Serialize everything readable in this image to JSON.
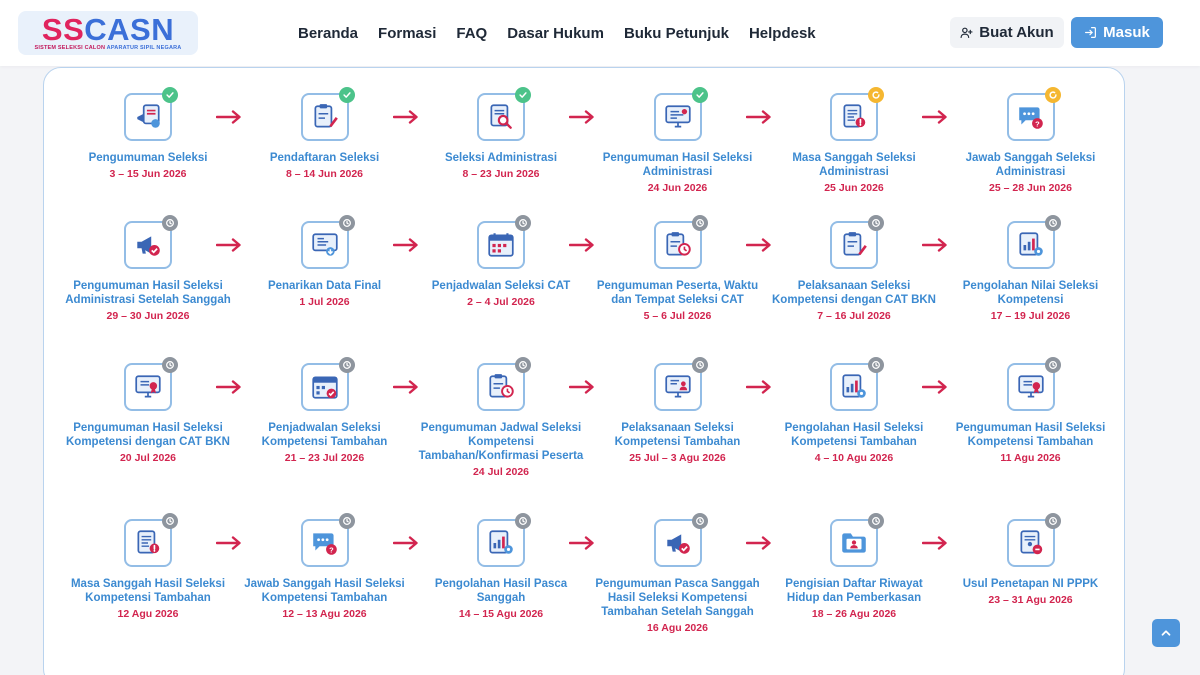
{
  "logo": {
    "text_ss": "SS",
    "text_casn": "CASN",
    "subtitle_a": "SISTEM SELEKSI CALON ",
    "subtitle_b": "APARATUR SIPIL NEGARA"
  },
  "nav": [
    {
      "label": "Beranda"
    },
    {
      "label": "Formasi"
    },
    {
      "label": "FAQ"
    },
    {
      "label": "Dasar Hukum"
    },
    {
      "label": "Buku Petunjuk"
    },
    {
      "label": "Helpdesk"
    }
  ],
  "buttons": {
    "register_label": "Buat Akun",
    "login_label": "Masuk"
  },
  "colors": {
    "accent": "#4e95db",
    "title": "#3c8ad1",
    "date": "#d2254f",
    "arrow": "#d2254f",
    "done": "#4cc38a",
    "progress": "#f5b731",
    "pending": "#8e959e"
  },
  "timeline": [
    {
      "title": "Pengumuman Seleksi",
      "date": "3 – 15 Jun 2026",
      "status": "done",
      "icon": "megaphone-document-icon"
    },
    {
      "title": "Pendaftaran Seleksi",
      "date": "8 – 14 Jun 2026",
      "status": "done",
      "icon": "clipboard-pen-icon"
    },
    {
      "title": "Seleksi Administrasi",
      "date": "8 – 23 Jun 2026",
      "status": "done",
      "icon": "document-search-icon"
    },
    {
      "title": "Pengumuman Hasil Seleksi Administrasi",
      "date": "24 Jun 2026",
      "status": "done",
      "icon": "monitor-announcement-icon"
    },
    {
      "title": "Masa Sanggah Seleksi Administrasi",
      "date": "25 Jun 2026",
      "status": "progress",
      "icon": "document-alert-icon"
    },
    {
      "title": "Jawab Sanggah Seleksi Administrasi",
      "date": "25 – 28 Jun 2026",
      "status": "progress",
      "icon": "chat-question-icon"
    },
    {
      "title": "Pengumuman Hasil Seleksi Administrasi Setelah Sanggah",
      "date": "29 – 30 Jun 2026",
      "status": "pending",
      "icon": "megaphone-check-icon"
    },
    {
      "title": "Penarikan Data Final",
      "date": "1 Jul 2026",
      "status": "pending",
      "icon": "monitor-data-icon"
    },
    {
      "title": "Penjadwalan Seleksi CAT",
      "date": "2 – 4 Jul 2026",
      "status": "pending",
      "icon": "calendar-icon"
    },
    {
      "title": "Pengumuman Peserta, Waktu dan Tempat Seleksi CAT",
      "date": "5 – 6 Jul 2026",
      "status": "pending",
      "icon": "clipboard-clock-icon"
    },
    {
      "title": "Pelaksanaan Seleksi Kompetensi dengan CAT BKN",
      "date": "7 – 16 Jul 2026",
      "status": "pending",
      "icon": "clipboard-pen-icon"
    },
    {
      "title": "Pengolahan Nilai Seleksi Kompetensi",
      "date": "17 – 19 Jul 2026",
      "status": "pending",
      "icon": "document-chart-gear-icon"
    },
    {
      "title": "Pengumuman Hasil Seleksi Kompetensi dengan CAT BKN",
      "date": "20 Jul 2026",
      "status": "pending",
      "icon": "certificate-monitor-icon"
    },
    {
      "title": "Penjadwalan Seleksi Kompetensi Tambahan",
      "date": "21 – 23 Jul 2026",
      "status": "pending",
      "icon": "calendar-check-icon"
    },
    {
      "title": "Pengumuman Jadwal Seleksi Kompetensi Tambahan/Konfirmasi Peserta",
      "date": "24 Jul 2026",
      "status": "pending",
      "icon": "clipboard-clock-icon"
    },
    {
      "title": "Pelaksanaan Seleksi Kompetensi Tambahan",
      "date": "25 Jul – 3 Agu 2026",
      "status": "pending",
      "icon": "monitor-user-icon"
    },
    {
      "title": "Pengolahan Hasil Seleksi Kompetensi Tambahan",
      "date": "4 – 10 Agu 2026",
      "status": "pending",
      "icon": "document-chart-gear-icon"
    },
    {
      "title": "Pengumuman Hasil Seleksi Kompetensi Tambahan",
      "date": "11 Agu 2026",
      "status": "pending",
      "icon": "certificate-monitor-icon"
    },
    {
      "title": "Masa Sanggah Hasil Seleksi Kompetensi Tambahan",
      "date": "12 Agu 2026",
      "status": "pending",
      "icon": "document-alert-icon"
    },
    {
      "title": "Jawab Sanggah Hasil Seleksi Kompetensi Tambahan",
      "date": "12 – 13 Agu 2026",
      "status": "pending",
      "icon": "chat-question-icon"
    },
    {
      "title": "Pengolahan Hasil Pasca Sanggah",
      "date": "14 – 15 Agu 2026",
      "status": "pending",
      "icon": "document-chart-gear-icon"
    },
    {
      "title": "Pengumuman Pasca Sanggah Hasil Seleksi Kompetensi Tambahan Setelah Sanggah",
      "date": "16 Agu 2026",
      "status": "pending",
      "icon": "megaphone-check-icon"
    },
    {
      "title": "Pengisian Daftar Riwayat Hidup dan Pemberkasan",
      "date": "18 – 26 Agu 2026",
      "status": "pending",
      "icon": "folder-user-icon"
    },
    {
      "title": "Usul Penetapan NI PPPK",
      "date": "23 – 31 Agu 2026",
      "status": "pending",
      "icon": "document-stamp-icon"
    }
  ]
}
